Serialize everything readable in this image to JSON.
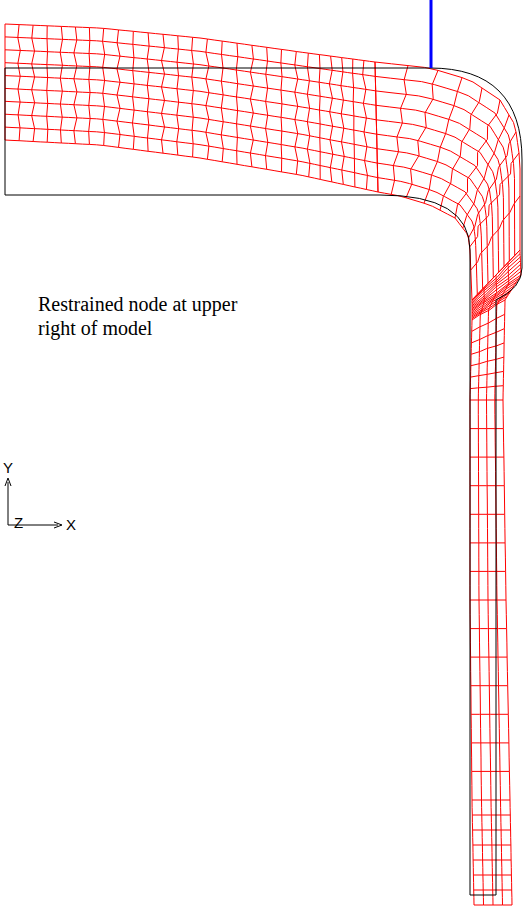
{
  "diagram": {
    "labels": [
      "Restrained node at upper right of model",
      "Y",
      "Z",
      "X"
    ]
  }
}
